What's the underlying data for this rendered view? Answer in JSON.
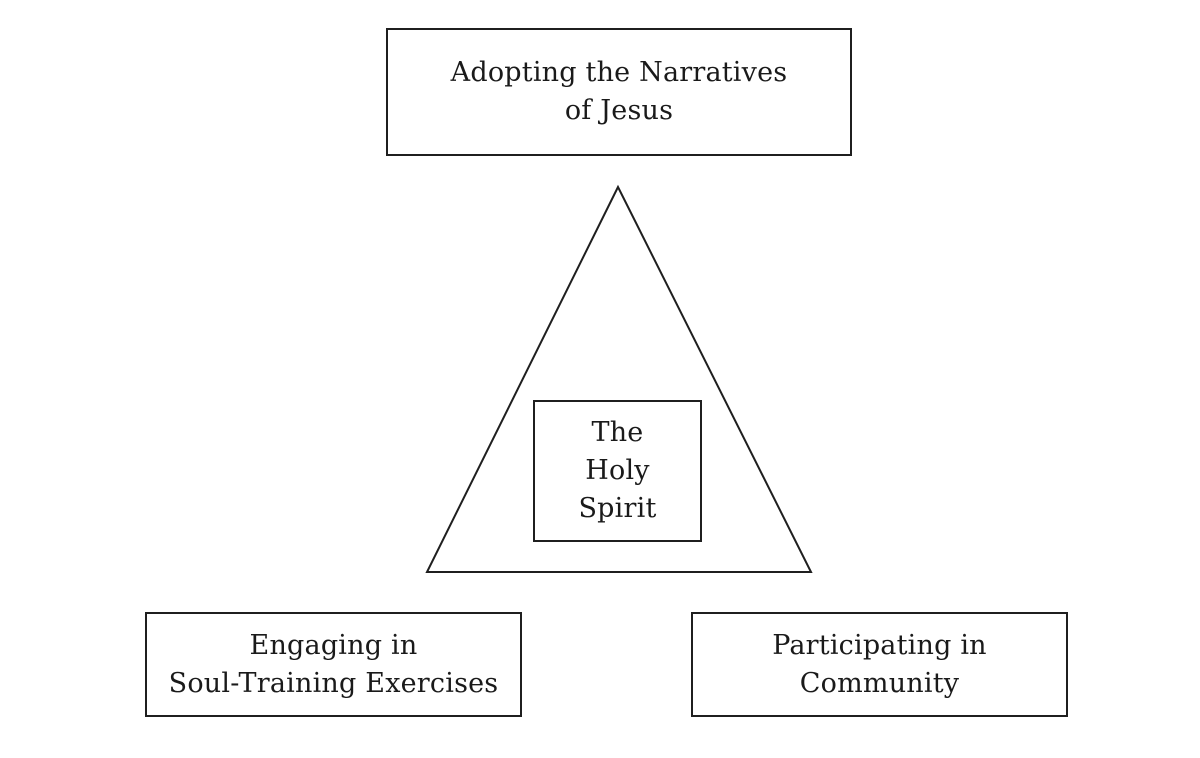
{
  "diagram": {
    "top_box": {
      "lines": [
        "Adopting the Narratives",
        "of Jesus"
      ]
    },
    "center_box": {
      "lines": [
        "The",
        "Holy",
        "Spirit"
      ]
    },
    "left_box": {
      "lines": [
        "Engaging in",
        "Soul-Training Exercises"
      ]
    },
    "right_box": {
      "lines": [
        "Participating in",
        "Community"
      ]
    },
    "colors": {
      "stroke": "#1f1f1f",
      "text": "#1a1a1a",
      "background": "#ffffff"
    }
  }
}
